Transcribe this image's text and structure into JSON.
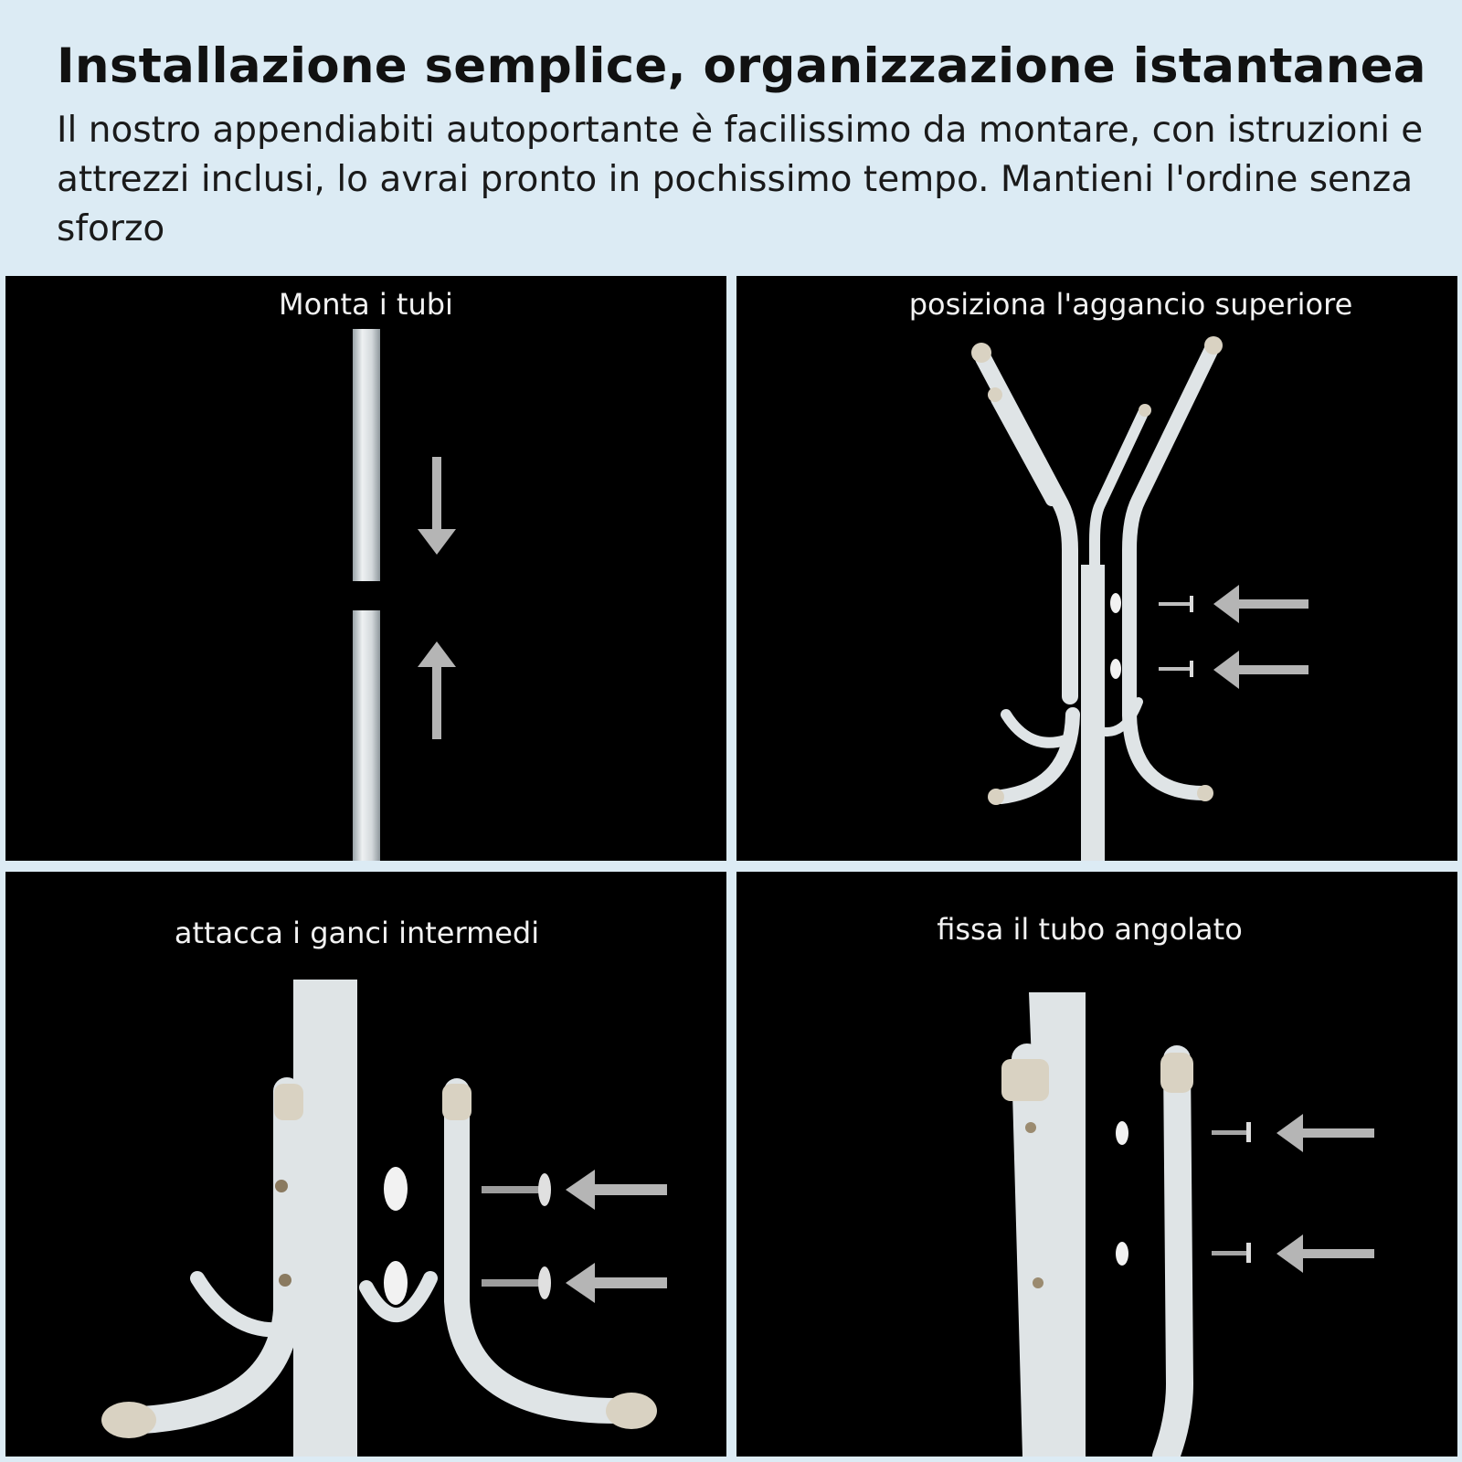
{
  "header": {
    "title": "Installazione semplice, organizzazione istantanea",
    "subtitle": "Il nostro appendiabiti autoportante è facilissimo da montare, con istruzioni e attrezzi inclusi, lo avrai pronto in pochissimo tempo. Mantieni l'ordine senza sforzo"
  },
  "steps": [
    {
      "caption": "Monta i tubi"
    },
    {
      "caption": "posiziona l'aggancio superiore"
    },
    {
      "caption": "attacca i ganci intermedi"
    },
    {
      "caption": "fissa il tubo angolato"
    }
  ],
  "colors": {
    "background": "#dcebf4",
    "panel": "#000000",
    "rack": "#dfe4e6",
    "arrow": "#b5b5b5",
    "cap": "#d9d2c2"
  },
  "icons": [
    "arrow-down-icon",
    "arrow-up-icon",
    "arrow-left-icon",
    "screw-icon",
    "washer-icon"
  ]
}
